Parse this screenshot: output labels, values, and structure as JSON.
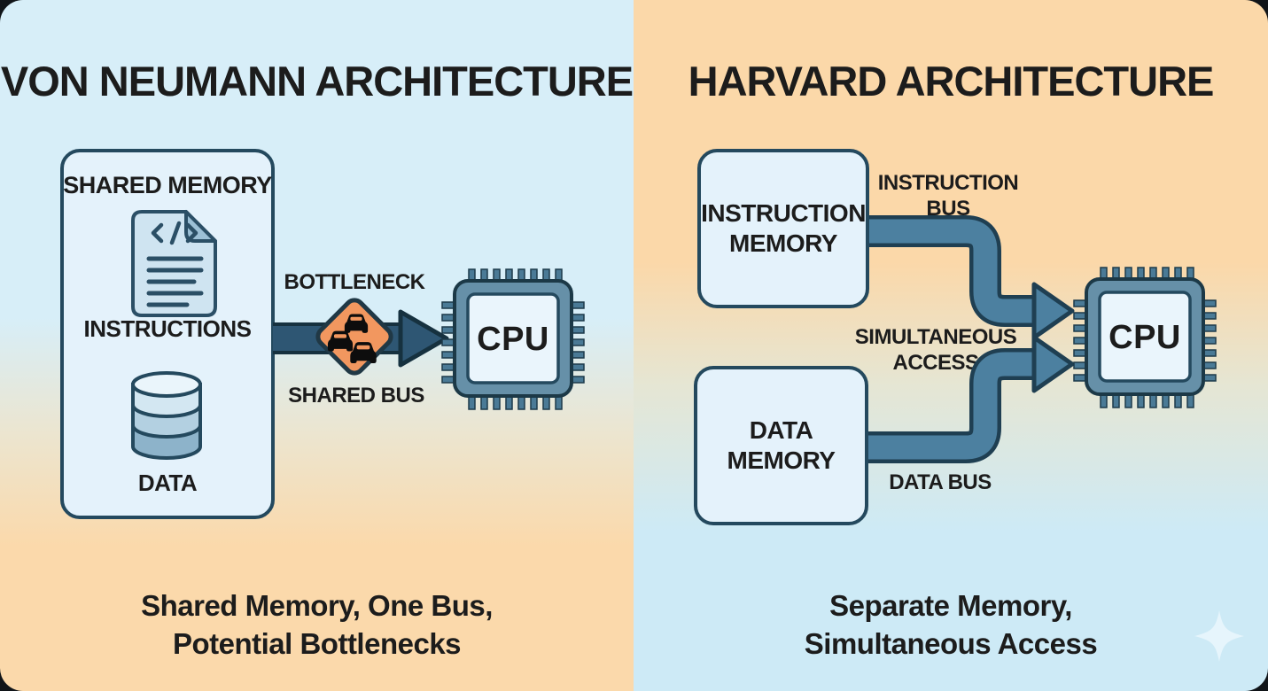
{
  "left": {
    "title": "VON NEUMANN ARCHITECTURE",
    "box": {
      "heading": "SHARED MEMORY",
      "instructions_label": "INSTRUCTIONS",
      "data_label": "DATA"
    },
    "bottleneck_label": "BOTTLENECK",
    "shared_bus_label": "SHARED BUS",
    "cpu_label": "CPU",
    "caption_lines": [
      "Shared Memory, One Bus,",
      "Potential Bottlenecks"
    ]
  },
  "right": {
    "title": "HARVARD ARCHITECTURE",
    "instruction_memory_label": "INSTRUCTION MEMORY",
    "data_memory_label": "DATA MEMORY",
    "instruction_bus_label": "INSTRUCTION BUS",
    "simultaneous_label": "SIMULTANEOUS ACCESS",
    "data_bus_label": "DATA BUS",
    "cpu_label": "CPU",
    "caption_lines": [
      "Separate Memory,",
      "Simultaneous Access"
    ]
  },
  "icons": {
    "document": "code-document-icon",
    "database": "database-icon",
    "warning": "traffic-jam-warning-icon",
    "cpu": "cpu-chip-icon",
    "sparkle": "sparkle-icon"
  },
  "colors": {
    "page_bg": "#101418",
    "ink": "#1c1c1c",
    "left_top": "#d7eef8",
    "left_bottom": "#fbd9ab",
    "right_top": "#fbd8a9",
    "right_bottom": "#cdeaf6",
    "box_fill": "#e4f2fb",
    "box_border": "#24495e",
    "bus_dark": "#2e5673",
    "bus_dark_outline": "#16313f",
    "bus_light": "#4c80a0",
    "bus_light_outline": "#1f3f52",
    "warning_fill": "#f2975f",
    "warning_border": "#203845",
    "chip_frame": "#6690a8",
    "chip_frame_border": "#1c3947",
    "chip_inner": "#eaf5fc",
    "pin": "#4a7a96",
    "pin_border": "#1d3a4a",
    "doc_fill": "#cfe4f1",
    "doc_fold": "#9cc0d6",
    "icon_stroke": "#2b4f66",
    "cyl_top": "#eaf5fb",
    "cyl_b1": "#d3e7f2",
    "cyl_b2": "#b3d0e1",
    "cyl_b3": "#8db3ca",
    "sparkle": "#e7f5fc"
  }
}
